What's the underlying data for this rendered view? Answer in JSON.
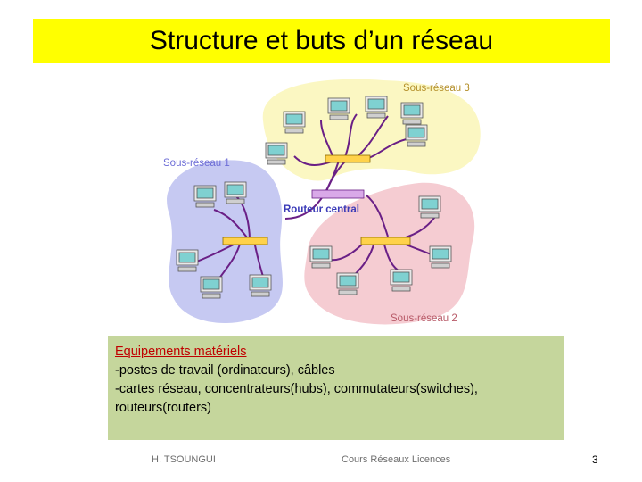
{
  "title": "Structure et buts d’un réseau",
  "diagram": {
    "labels": {
      "subnet1": "Sous-réseau 1",
      "subnet2": "Sous-réseau 2",
      "subnet3": "Sous-réseau 3",
      "router": "Routeur central"
    },
    "colors": {
      "subnet1": "#c6c9f2",
      "subnet2": "#f5ccd2",
      "subnet3": "#fbf7c2",
      "cable": "#6a1f86",
      "hub": "#ffd24a",
      "router": "#d9a9e8",
      "screen": "#7fd1d1"
    }
  },
  "text_box": {
    "heading": "Equipements matériels",
    "lines": [
      "-postes de travail (ordinateurs), câbles",
      "-cartes réseau, concentrateurs(hubs), commutateurs(switches),",
      "routeurs(routers)"
    ],
    "bg": "#c5d69c"
  },
  "footer": {
    "author": "H. TSOUNGUI",
    "course": "Cours Réseaux Licences",
    "page": "3"
  }
}
